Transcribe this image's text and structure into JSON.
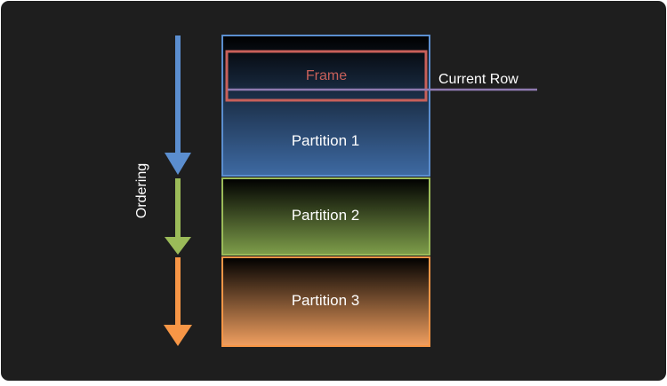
{
  "diagram": {
    "ordering_label": "Ordering",
    "frame_label": "Frame",
    "current_row_label": "Current Row",
    "partitions": [
      {
        "label": "Partition 1",
        "color": "#3e6aa3"
      },
      {
        "label": "Partition 2",
        "color": "#7e9e4a"
      },
      {
        "label": "Partition 3",
        "color": "#f2a060"
      }
    ],
    "colors": {
      "background": "#1e1e1e",
      "frame": "#c8605a",
      "current_row": "#8f7ab0",
      "arrow_partition_1": "#5b8ecf",
      "arrow_partition_2": "#9bbb59",
      "arrow_partition_3": "#f79646",
      "border_partition_1": "#5b8ecf",
      "border_partition_2": "#9bbb59",
      "border_partition_3": "#f79646"
    }
  }
}
